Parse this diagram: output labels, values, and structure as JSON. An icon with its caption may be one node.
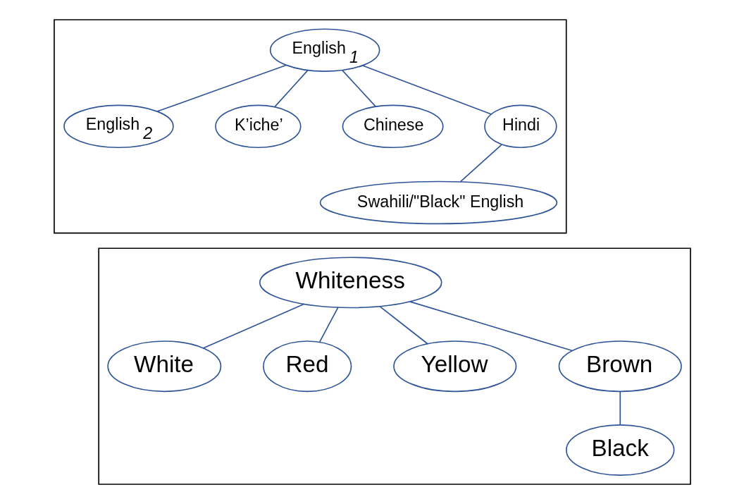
{
  "diagram": {
    "nodes": [
      {
        "text": [],
        "shape": "box"
      },
      {
        "text": [
          "English $_{1}$"
        ],
        "in": 0
      },
      {
        "text": [
          "English $_{2}$"
        ],
        "in": 0
      },
      {
        "text": [
          "K’iche’"
        ],
        "in": 0
      },
      {
        "text": [
          "Chinese"
        ],
        "in": 0
      },
      {
        "text": [
          "Hindi"
        ],
        "in": 0
      },
      {
        "text": [
          "Swahili/\"Black\" English"
        ],
        "in": 0
      },
      {
        "text": [],
        "shape": "box"
      },
      {
        "text": [
          "Whiteness"
        ],
        "in": 7
      },
      {
        "text": [
          "White"
        ],
        "in": 7
      },
      {
        "text": [
          "Red"
        ],
        "in": 7
      },
      {
        "text": [
          "Yellow"
        ],
        "in": 7
      },
      {
        "text": [
          "Brown"
        ],
        "in": 7
      },
      {
        "text": [
          "Black"
        ],
        "in": 7
      }
    ],
    "edges": [
      {
        "from": 1,
        "to": 2,
        "arrow": "none"
      },
      {
        "from": 1,
        "to": 3,
        "arrow": "none"
      },
      {
        "from": 1,
        "to": 4,
        "arrow": "none"
      },
      {
        "from": 1,
        "to": 5,
        "arrow": "none"
      },
      {
        "from": 5,
        "to": 6,
        "arrow": "none"
      },
      {
        "from": 8,
        "to": 9,
        "arrow": "none"
      },
      {
        "from": 8,
        "to": 10,
        "arrow": "none"
      },
      {
        "from": 8,
        "to": 11,
        "arrow": "none"
      },
      {
        "from": 8,
        "to": 12,
        "arrow": "none"
      },
      {
        "from": 12,
        "to": 13,
        "arrow": "none"
      }
    ]
  }
}
